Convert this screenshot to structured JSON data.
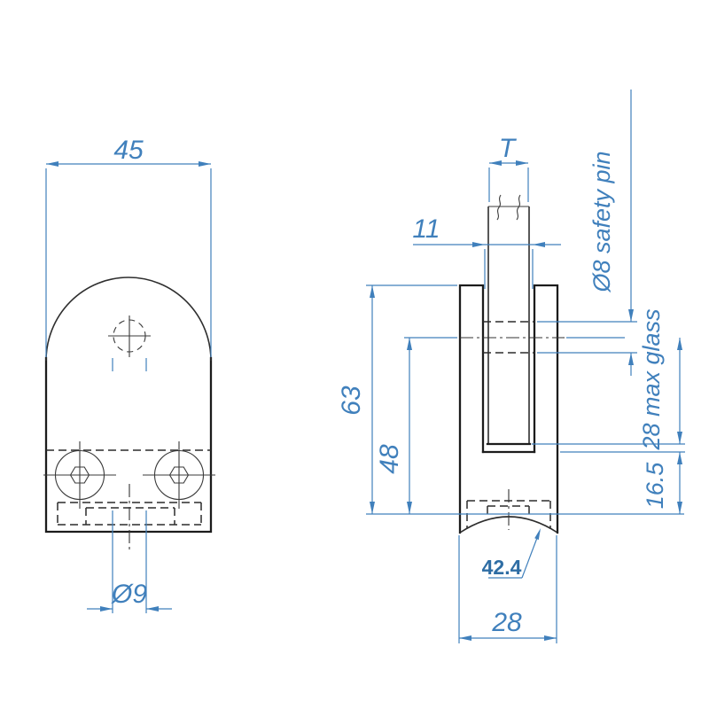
{
  "drawing": {
    "title": "glass-clamp-technical-drawing",
    "colors": {
      "dimension_blue": "#4080bc",
      "reference_blue": "#2e6da4",
      "outline_dark": "#1c1c1c",
      "background": "#ffffff"
    },
    "front_view": {
      "width": "45",
      "hole_diameter": "Ø9"
    },
    "side_view": {
      "glass_thickness": "T",
      "slot_width": "11",
      "overall_height": "63",
      "pin_height": "48",
      "safety_pin": "Ø8 safety pin",
      "max_glass": "28 max glass",
      "base_height": "16.5",
      "tube_radius": "42.4",
      "depth": "28"
    }
  }
}
